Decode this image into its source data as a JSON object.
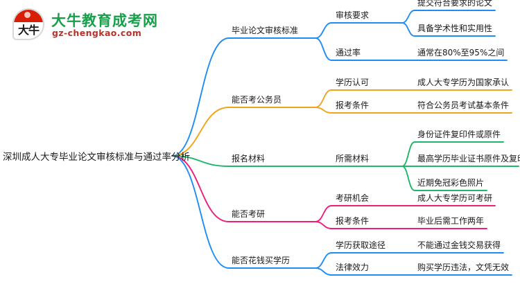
{
  "brand": {
    "mark_glyph": "大牛",
    "name": "大牛教育成考网",
    "url": "gz-chengkao.com"
  },
  "mindmap": {
    "root": "深圳成人大专毕业论文审核标准与通过率分析",
    "colors": {
      "blue": "#1e8cf5",
      "orange": "#f2a319",
      "green": "#1bb86a",
      "pink": "#ec1e79"
    },
    "branches": [
      {
        "label": "毕业论文审核标准",
        "color": "#1e8cf5",
        "children": [
          {
            "label": "审核要求",
            "leaves": [
              "提交符合要求的论文",
              "具备学术性和实用性"
            ]
          },
          {
            "label": "通过率",
            "leaves": [
              "通常在80%至95%之间"
            ]
          }
        ]
      },
      {
        "label": "能否考公务员",
        "color": "#f2a319",
        "children": [
          {
            "label": "学历认可",
            "leaves": [
              "成人大专学历为国家承认"
            ]
          },
          {
            "label": "报考条件",
            "leaves": [
              "符合公务员考试基本条件"
            ]
          }
        ]
      },
      {
        "label": "报名材料",
        "color": "#1bb86a",
        "children": [
          {
            "label": "所需材料",
            "leaves": [
              "身份证件复印件或原件",
              "最高学历毕业证书原件及复印件",
              "近期免冠彩色照片"
            ]
          }
        ]
      },
      {
        "label": "能否考研",
        "color": "#ec1e79",
        "children": [
          {
            "label": "考研机会",
            "leaves": [
              "成人大专学历可考研"
            ]
          },
          {
            "label": "报考条件",
            "leaves": [
              "毕业后需工作两年"
            ]
          }
        ]
      },
      {
        "label": "能否花钱买学历",
        "color": "#1e8cf5",
        "children": [
          {
            "label": "学历获取途径",
            "leaves": [
              "不能通过金钱交易获得"
            ]
          },
          {
            "label": "法律效力",
            "leaves": [
              "购买学历违法，文凭无效"
            ]
          }
        ]
      }
    ]
  }
}
